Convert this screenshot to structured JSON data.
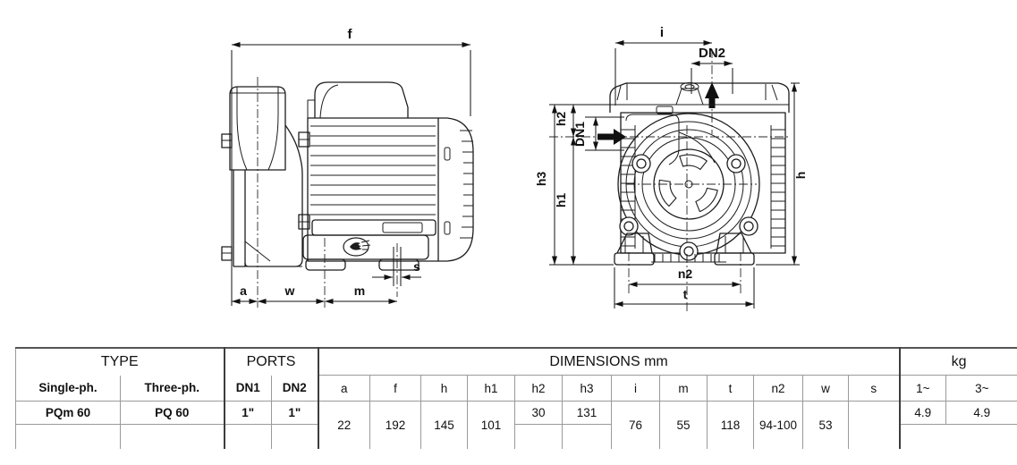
{
  "drawing": {
    "side_view": {
      "labels": {
        "f": "f",
        "a": "a",
        "w": "w",
        "m": "m",
        "s": "s"
      }
    },
    "front_view": {
      "labels": {
        "i": "i",
        "dn2": "DN2",
        "h2": "h2",
        "dn1": "DN1",
        "h3": "h3",
        "h1": "h1",
        "h": "h",
        "n2": "n2",
        "t": "t"
      }
    }
  },
  "table": {
    "groups": {
      "type": "TYPE",
      "ports": "PORTS",
      "dimensions": "DIMENSIONS mm",
      "kg": "kg"
    },
    "columns": {
      "single": "Single-ph.",
      "three": "Three-ph.",
      "dn1": "DN1",
      "dn2": "DN2",
      "dims": [
        "a",
        "f",
        "h",
        "h1",
        "h2",
        "h3",
        "i",
        "m",
        "t",
        "n2",
        "w",
        "s"
      ],
      "kg1": "1~",
      "kg3": "3~"
    },
    "row": {
      "single": "PQm 60",
      "three": "PQ 60",
      "dn1": "1\"",
      "dn2": "1\"",
      "a": "22",
      "f": "192",
      "h": "145",
      "h1": "101",
      "h2": "30",
      "h3": "131",
      "i": "76",
      "m": "55",
      "t": "118",
      "n2": "94-100",
      "w": "53",
      "s": "",
      "kg1": "4.9",
      "kg3": "4.9"
    }
  }
}
